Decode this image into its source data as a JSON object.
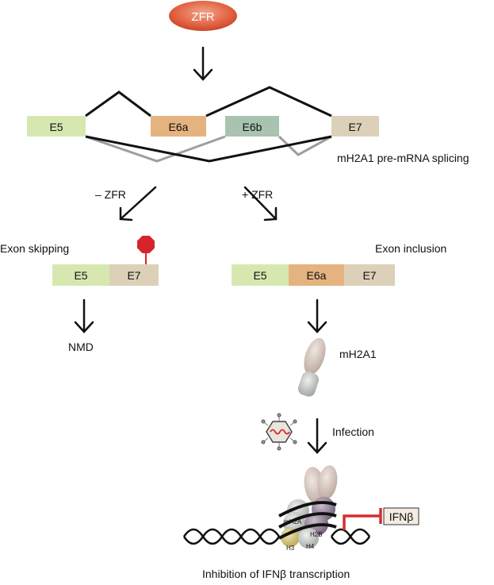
{
  "protein": {
    "label": "ZFR",
    "color": "#e0603f"
  },
  "splicing": {
    "exons": {
      "e5": "E5",
      "e6a": "E6a",
      "e6b": "E6b",
      "e7": "E7"
    },
    "caption": "mH2A1 pre-mRNA splicing"
  },
  "branches": {
    "minus_label": "– ZFR",
    "plus_label": "+ ZFR"
  },
  "skipping": {
    "title": "Exon skipping",
    "exons": [
      "E5",
      "E7"
    ],
    "outcome": "NMD",
    "stop_icon": "stop-sign-icon"
  },
  "inclusion": {
    "title": "Exon inclusion",
    "exons": [
      "E5",
      "E6a",
      "E7"
    ],
    "protein_label": "mH2A1",
    "infection_label": "Infection",
    "virus_icon": "virus-icon"
  },
  "nucleosome": {
    "histones": {
      "mh2a": "mH2A",
      "h2b": "H2B",
      "h3": "H3",
      "h4": "H4"
    },
    "target_gene": "IFNβ",
    "caption": "Inhibition of IFNβ transcription"
  },
  "colors": {
    "e5": "#d6e8b0",
    "e6a": "#e5b37f",
    "e6b": "#a9c3b1",
    "e7": "#dcd1b8",
    "inhibit": "#d32f2f",
    "stop": "#d7232b"
  }
}
